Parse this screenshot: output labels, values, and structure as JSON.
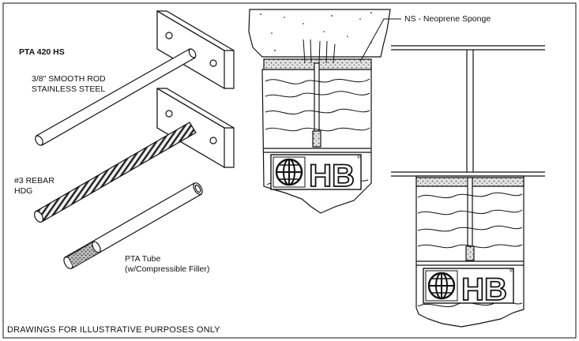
{
  "labels": {
    "product": "PTA 420 HS",
    "rod_line1": "3/8\" SMOOTH ROD",
    "rod_line2": "STAINLESS STEEL",
    "rebar_line1": "#3 REBAR",
    "rebar_line2": "HDG",
    "tube_line1": "PTA Tube",
    "tube_line2": "(w/Compressible Filler)",
    "sponge": "NS - Neoprene Sponge",
    "disclaimer": "DRAWINGS FOR ILLUSTRATIVE PURPOSES ONLY"
  },
  "logo": {
    "letters": "HB",
    "mark": "®"
  },
  "colors": {
    "line": "#111111",
    "sponge": "#cfcfcf",
    "paper": "#ffffff"
  }
}
